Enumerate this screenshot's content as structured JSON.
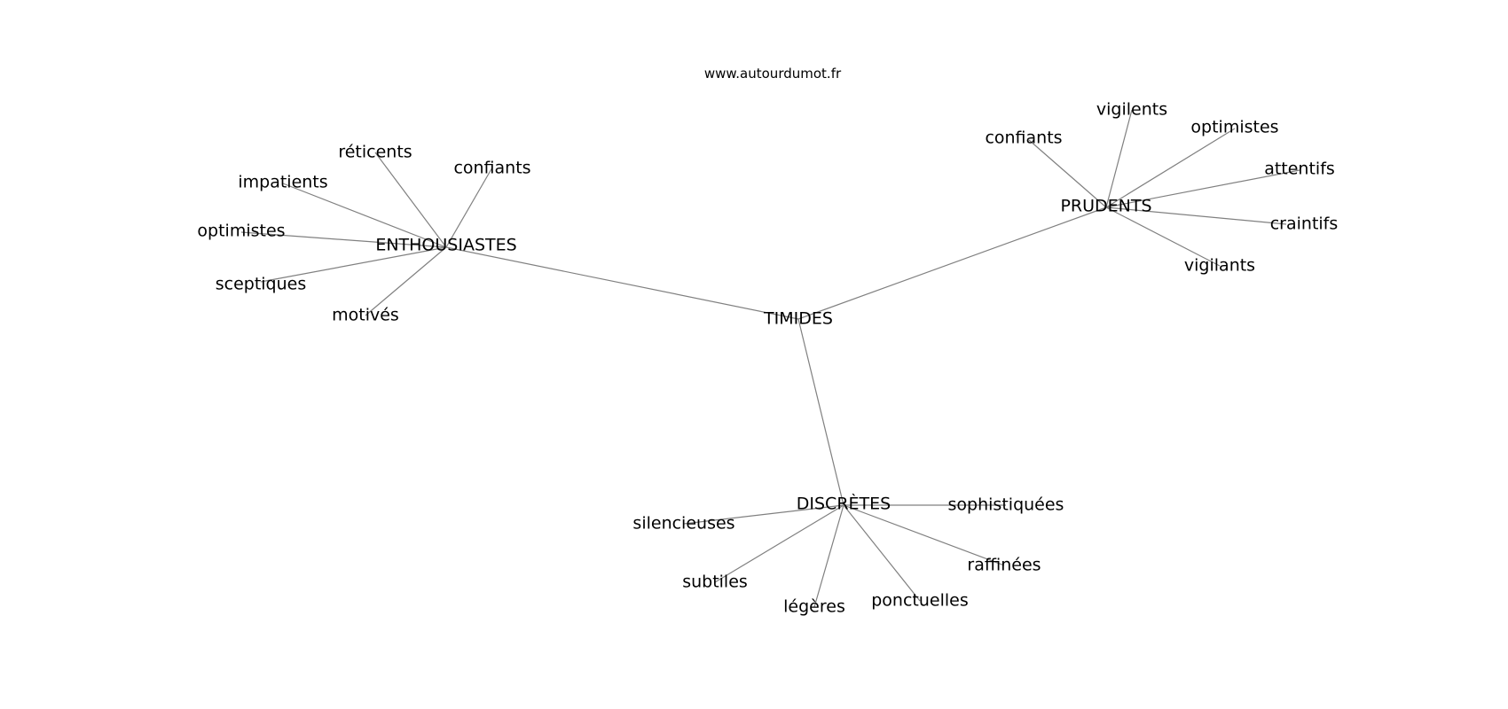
{
  "credit": "www.autourdumot.fr",
  "graph": {
    "center": "TIMIDES",
    "clusters": [
      {
        "hub": "ENTHOUSIASTES",
        "leaves": [
          "réticents",
          "confiants",
          "impatients",
          "optimistes",
          "sceptiques",
          "motivés"
        ]
      },
      {
        "hub": "PRUDENTS",
        "leaves": [
          "vigilents",
          "confiants",
          "optimistes",
          "attentifs",
          "craintifs",
          "vigilants"
        ]
      },
      {
        "hub": "DISCRÈTES",
        "leaves": [
          "sophistiquées",
          "silencieuses",
          "raffinées",
          "subtiles",
          "ponctuelles",
          "légères"
        ]
      }
    ]
  },
  "colors": {
    "edge": "#808080",
    "text": "#000000"
  }
}
